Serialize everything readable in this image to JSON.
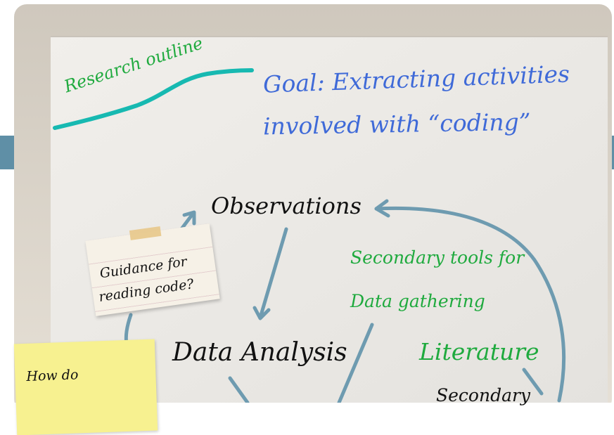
{
  "board": {
    "colors": {
      "frame": "#d9d2c8",
      "surface": "#ece9e4",
      "band": "#5f8fa6",
      "tape": "#e8c88a",
      "teal_stroke": "#17b9b1",
      "arrow": "#6e9bb0",
      "blue_text": "#3f6ad8",
      "green_text": "#1faa3e",
      "dark_text": "#111111",
      "sticky": "#f7f190",
      "index_card": "#f6f1e7"
    }
  },
  "labels": {
    "research_outline": "Research outline",
    "goal_line1": "Goal: Extracting activities",
    "goal_line2": "involved with “coding”",
    "observations": "Observations",
    "data_analysis": "Data Analysis",
    "secondary_tools_line1": "Secondary tools for",
    "secondary_tools_line2": "Data gathering",
    "literature": "Literature",
    "secondary_partial": "Secondary"
  },
  "notes": {
    "index_card_line1": "Guidance for",
    "index_card_line2": "reading code?",
    "sticky_line1": "How do"
  }
}
